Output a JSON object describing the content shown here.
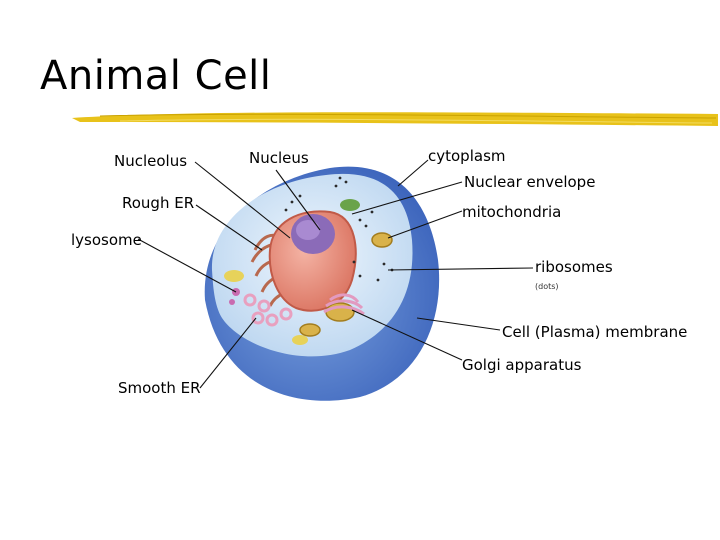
{
  "title": "Animal Cell",
  "labels": {
    "nucleolus": "Nucleolus",
    "nucleus": "Nucleus",
    "cytoplasm": "cytoplasm",
    "nuclear_envelope": "Nuclear envelope",
    "rough_er": "Rough ER",
    "mitochondria": "mitochondria",
    "lysosome": "lysosome",
    "ribosomes": "ribosomes",
    "ribosomes_note": "(dots)",
    "cell_membrane": "Cell (Plasma) membrane",
    "golgi": "Golgi apparatus",
    "smooth_er": "Smooth ER"
  },
  "colors": {
    "title_rule": "#e8c21a",
    "cell_outer": "#4d77c9",
    "cell_inner": "#cfe3f6",
    "nucleus": "#e88a78",
    "nucleolus": "#8b6bb8",
    "leader_line": "#111111"
  }
}
